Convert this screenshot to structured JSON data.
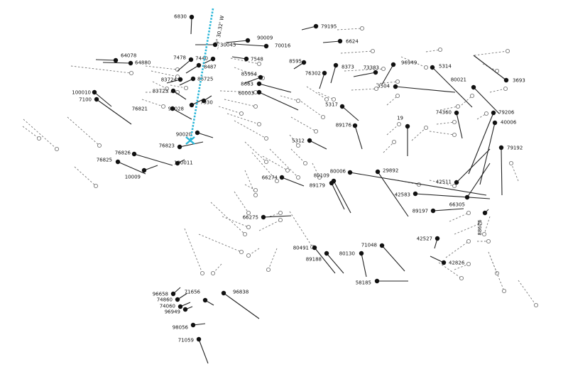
{
  "colors": {
    "solid": "#111111",
    "dashed": "#777777",
    "meridian": "#29b6d8"
  },
  "meridian": {
    "label": "…9° 30.32' W",
    "icon": "x-marker-icon"
  },
  "stations": [
    {
      "id": "6830"
    },
    {
      "id": "79195"
    },
    {
      "id": "90009"
    },
    {
      "id": "30045"
    },
    {
      "id": "70016"
    },
    {
      "id": "6624"
    },
    {
      "id": "64078"
    },
    {
      "id": "64880"
    },
    {
      "id": "7478"
    },
    {
      "id": "7440"
    },
    {
      "id": "7548"
    },
    {
      "id": "8595"
    },
    {
      "id": "8373"
    },
    {
      "id": "73383"
    },
    {
      "id": "96949"
    },
    {
      "id": "5314"
    },
    {
      "id": "8487"
    },
    {
      "id": "85954"
    },
    {
      "id": "76302"
    },
    {
      "id": "83724"
    },
    {
      "id": "86725"
    },
    {
      "id": "8663"
    },
    {
      "id": "3504"
    },
    {
      "id": "80021"
    },
    {
      "id": "3693"
    },
    {
      "id": "83723"
    },
    {
      "id": "60003"
    },
    {
      "id": "100010"
    },
    {
      "id": "7100"
    },
    {
      "id": "7930"
    },
    {
      "id": "90028"
    },
    {
      "id": "5317"
    },
    {
      "id": "74360"
    },
    {
      "id": "79206"
    },
    {
      "id": "76821"
    },
    {
      "id": "89176"
    },
    {
      "id": "19"
    },
    {
      "id": "40006"
    },
    {
      "id": "90020"
    },
    {
      "id": "5312"
    },
    {
      "id": "76823"
    },
    {
      "id": "79192"
    },
    {
      "id": "76826"
    },
    {
      "id": "76825"
    },
    {
      "id": "100011"
    },
    {
      "id": "80006"
    },
    {
      "id": "29892"
    },
    {
      "id": "10009"
    },
    {
      "id": "80109"
    },
    {
      "id": "66274"
    },
    {
      "id": "89179"
    },
    {
      "id": "42511"
    },
    {
      "id": "42583"
    },
    {
      "id": "66305"
    },
    {
      "id": "89197"
    },
    {
      "id": "88676"
    },
    {
      "id": "66275"
    },
    {
      "id": "42527"
    },
    {
      "id": "71048"
    },
    {
      "id": "80491"
    },
    {
      "id": "89188"
    },
    {
      "id": "80130"
    },
    {
      "id": "42826"
    },
    {
      "id": "58185"
    },
    {
      "id": "71656"
    },
    {
      "id": "96838"
    },
    {
      "id": "96658"
    },
    {
      "id": "74860"
    },
    {
      "id": "74060"
    },
    {
      "id": "96949"
    },
    {
      "id": "98056"
    },
    {
      "id": "71059"
    }
  ]
}
